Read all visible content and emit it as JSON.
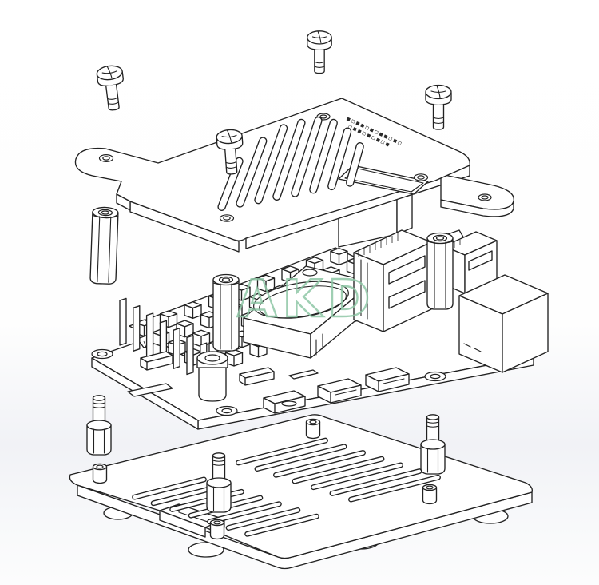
{
  "title": "CAD exploded-view line drawing of a Raspberry Pi armor case assembly",
  "watermark": {
    "text": "AKD",
    "color": "#8fc7a6"
  },
  "engraving": {
    "row1": "▪▫▪▪▫▪▫▪▪▫▪▫",
    "row2": "▫▪▪▫▪▫▪▫▪"
  },
  "style": {
    "line_color": "#222222",
    "background_top": "#ffffff",
    "background_band": "#f1f2f6",
    "watermark_color": "#8fc7a6"
  },
  "parts": [
    {
      "name": "pan-head-screw-top-left"
    },
    {
      "name": "pan-head-screw-top-center"
    },
    {
      "name": "pan-head-screw-top-right"
    },
    {
      "name": "pan-head-screw-on-cover"
    },
    {
      "name": "top-cover-plate-with-vents"
    },
    {
      "name": "hex-standoff-left"
    },
    {
      "name": "hex-standoff-center"
    },
    {
      "name": "hex-standoff-right"
    },
    {
      "name": "raspberry-pi-board"
    },
    {
      "name": "pin-fin-heatsink"
    },
    {
      "name": "fan-shroud"
    },
    {
      "name": "stacked-usb-ports"
    },
    {
      "name": "ethernet-port"
    },
    {
      "name": "gpio-header"
    },
    {
      "name": "audio-jack"
    },
    {
      "name": "usb-c-port"
    },
    {
      "name": "micro-hdmi-ports"
    },
    {
      "name": "hex-standoff-with-stud-left"
    },
    {
      "name": "hex-standoff-with-stud-center"
    },
    {
      "name": "hex-standoff-with-stud-right"
    },
    {
      "name": "bottom-cover-plate-with-vents"
    },
    {
      "name": "rubber-feet"
    }
  ]
}
